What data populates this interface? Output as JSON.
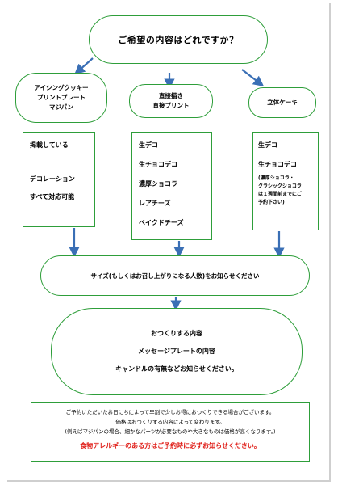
{
  "top": {
    "question": "ご希望の内容はどれですか？"
  },
  "branches": [
    {
      "label_lines": [
        "アイシングクッキー",
        "プリントプレート",
        "マジパン"
      ],
      "items": [
        "掲載している",
        "デコレーション",
        "すべて対応可能"
      ]
    },
    {
      "label_lines": [
        "直接描き",
        "直接プリント"
      ],
      "items": [
        "生デコ",
        "生チョコデコ",
        "濃厚ショコラ",
        "レアチーズ",
        "ベイクドチーズ"
      ]
    },
    {
      "label_lines": [
        "立体ケーキ"
      ],
      "items": [
        "生デコ",
        "生チョコデコ"
      ],
      "note_lines": [
        "(濃厚ショコラ・",
        "クラシックショコラ",
        "は１週間前までにご",
        "予約下さい)"
      ]
    }
  ],
  "size_box": {
    "text": "サイズ(もしくはお召し上がりになる人数)をお知らせください"
  },
  "details_box": {
    "lines": [
      "おつくりする内容",
      "メッセージプレートの内容",
      "キャンドルの有無などお知らせください。"
    ]
  },
  "notice": {
    "lines": [
      "ご予約いただいたお日にちによって早割で少しお得におつくりできる場合がございます。",
      "価格はおつくりする内容によって変わります。",
      "(例えばマジパンの場合、細かなパーツが必要なものや大きなものは価格が高くなります。)"
    ],
    "allergy": "食物アレルギーのある方はご予約時に必ずお知らせください。"
  },
  "colors": {
    "border": "#2e9e3a",
    "arrow": "#3a6fb5",
    "alert": "#e0201a"
  }
}
